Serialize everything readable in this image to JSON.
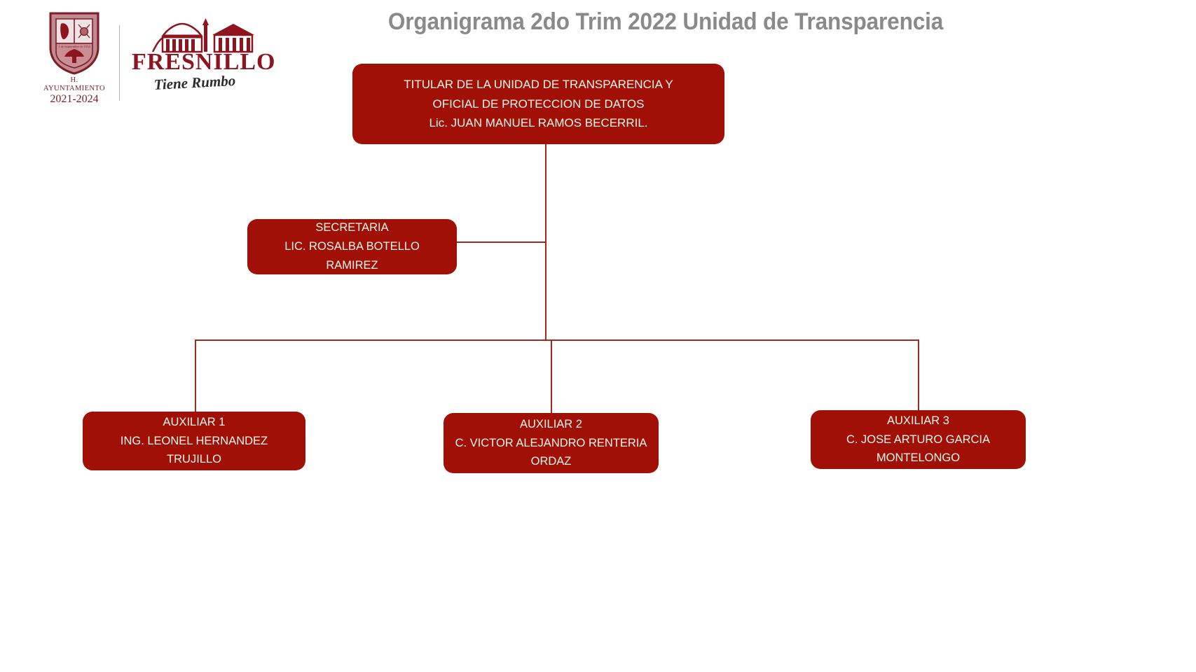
{
  "title": "Organigrama 2do Trim 2022 Unidad de Transparencia",
  "logo": {
    "shield_name": "fresnillo-coat-of-arms",
    "ayuntamiento_label": "H. AYUNTAMIENTO",
    "ayuntamiento_years": "2021-2024",
    "wordmark": "FRESNILLO",
    "tagline": "Tiene Rumbo"
  },
  "colors": {
    "box_fill": "#a01006",
    "box_text": "#fdf6ec",
    "connector": "#9c2b1c",
    "title_text": "#8a8a8a",
    "brand_red": "#8e1420",
    "page_background": "#ffffff"
  },
  "org": {
    "root": {
      "lines": [
        "TITULAR DE LA UNIDAD DE TRANSPARENCIA Y",
        "OFICIAL DE PROTECCION DE DATOS",
        "Lic. JUAN MANUEL RAMOS BECERRIL."
      ]
    },
    "assistant": {
      "lines": [
        "SECRETARIA",
        "LIC. ROSALBA BOTELLO RAMIREZ"
      ]
    },
    "children": [
      {
        "lines": [
          "AUXILIAR 1",
          "ING. LEONEL HERNANDEZ TRUJILLO"
        ]
      },
      {
        "lines": [
          "AUXILIAR 2",
          "C. VICTOR ALEJANDRO RENTERIA",
          "ORDAZ"
        ]
      },
      {
        "lines": [
          "AUXILIAR 3",
          "C. JOSE ARTURO GARCIA",
          "MONTELONGO"
        ]
      }
    ]
  }
}
